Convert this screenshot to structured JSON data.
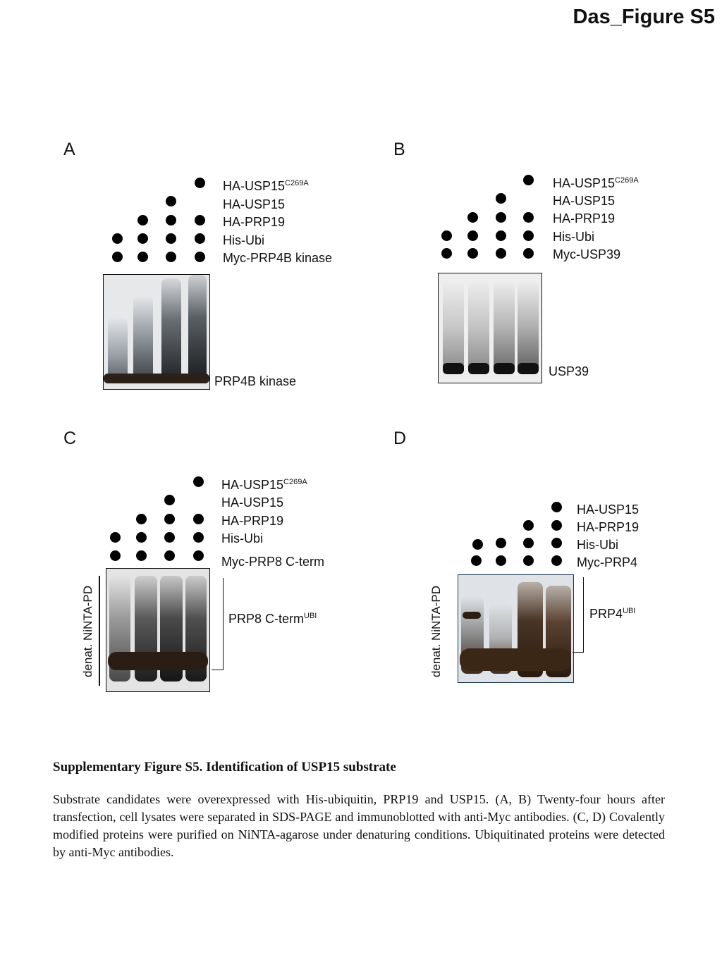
{
  "figure_title": "Das_Figure S5",
  "panels": {
    "A": {
      "label": "A",
      "rows": [
        "HA-USP15",
        "C269A",
        "HA-USP15",
        "HA-PRP19",
        "His-Ubi",
        "Myc-PRP4B kinase"
      ],
      "band_label": "PRP4B kinase"
    },
    "B": {
      "label": "B",
      "rows": [
        "HA-USP15",
        "C269A",
        "HA-USP15",
        "HA-PRP19",
        "His-Ubi",
        "Myc-USP39"
      ],
      "band_label": "USP39"
    },
    "C": {
      "label": "C",
      "rows": [
        "HA-USP15",
        "C269A",
        "HA-USP15",
        "HA-PRP19",
        "His-Ubi",
        "Myc-PRP8 C-term"
      ],
      "band_label": "PRP8 C-term",
      "band_label_sup": "UBI",
      "side_label": "denat. NiNTA-PD"
    },
    "D": {
      "label": "D",
      "rows": [
        "HA-USP15",
        "HA-PRP19",
        "His-Ubi",
        "Myc-PRP4"
      ],
      "band_label": "PRP4",
      "band_label_sup": "UBI",
      "side_label": "denat. NiNTA-PD"
    }
  },
  "caption": {
    "title": "Supplementary Figure S5. Identification of USP15 substrate",
    "text": "Substrate candidates were overexpressed with His-ubiquitin, PRP19 and USP15. (A, B) Twenty-four hours after transfection, cell lysates were separated in SDS-PAGE and immunoblotted with anti-Myc antibodies. (C, D) Covalently modified proteins were purified on NiNTA-agarose under denaturing conditions. Ubiquitinated proteins were detected by anti-Myc antibodies."
  }
}
